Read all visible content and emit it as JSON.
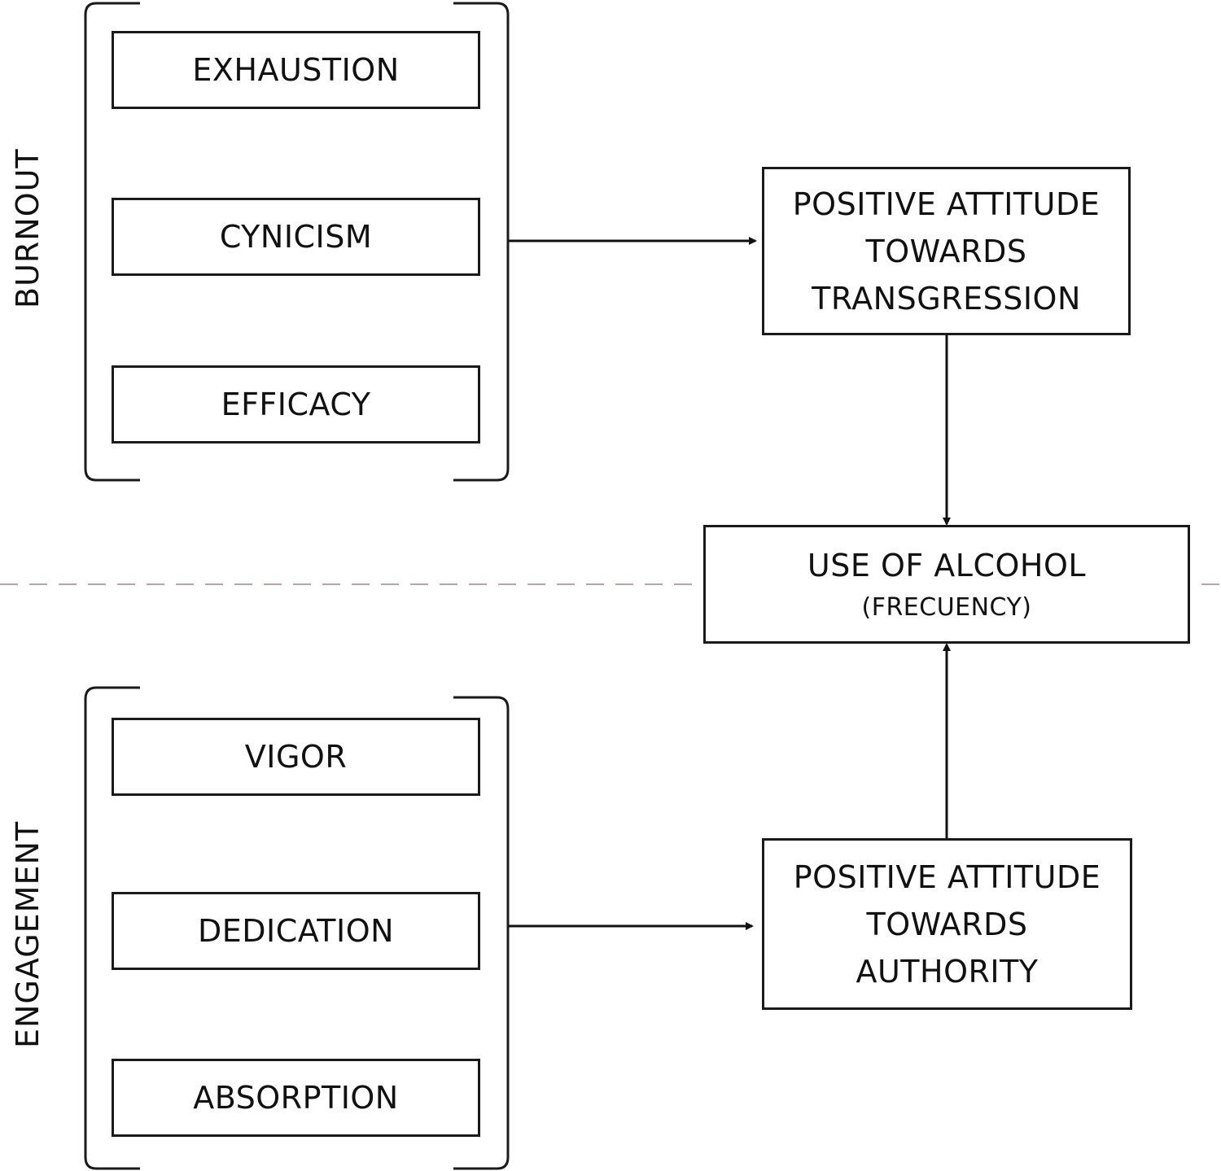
{
  "groups": {
    "burnout": {
      "label": "BURNOUT",
      "items": [
        "EXHAUSTION",
        "CYNICISM",
        "EFFICACY"
      ]
    },
    "engagement": {
      "label": "ENGAGEMENT",
      "items": [
        "VIGOR",
        "DEDICATION",
        "ABSORPTION"
      ]
    }
  },
  "nodes": {
    "transgression": {
      "lines": [
        "POSITIVE ATTITUDE",
        "TOWARDS",
        "TRANSGRESSION"
      ]
    },
    "alcohol": {
      "title": "USE OF ALCOHOL",
      "subtitle": "(FRECUENCY)"
    },
    "authority": {
      "lines": [
        "POSITIVE ATTITUDE",
        "TOWARDS",
        "AUTHORITY"
      ]
    }
  },
  "edges": [
    {
      "from": "burnout",
      "to": "transgression"
    },
    {
      "from": "transgression",
      "to": "alcohol"
    },
    {
      "from": "engagement",
      "to": "authority"
    },
    {
      "from": "authority",
      "to": "alcohol"
    }
  ]
}
